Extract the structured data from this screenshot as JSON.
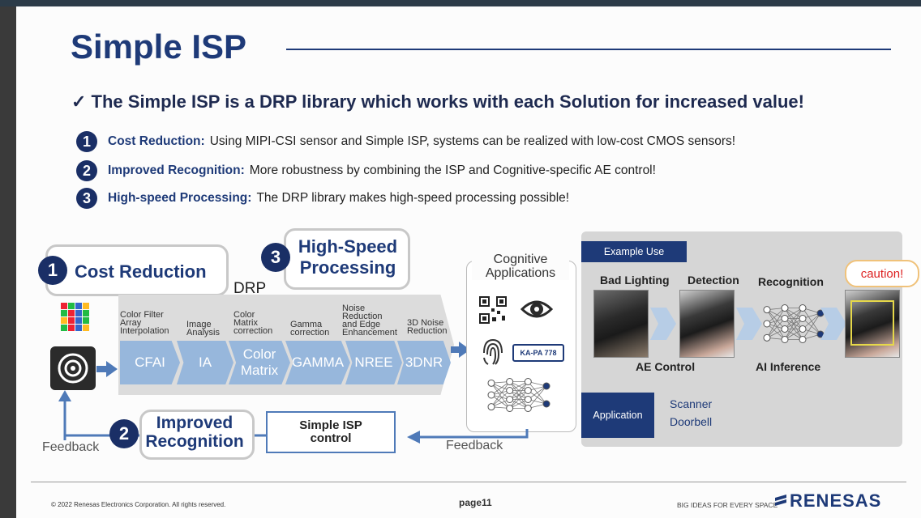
{
  "slide": {
    "title": "Simple ISP",
    "subtitle": "✓ The Simple ISP is a DRP library which works with each Solution for increased value!",
    "points": [
      {
        "num": "1",
        "label": "Cost Reduction:",
        "text": "Using MIPI-CSI sensor and Simple ISP, systems can be realized with low-cost CMOS sensors!"
      },
      {
        "num": "2",
        "label": "Improved Recognition:",
        "text": "More robustness by combining the ISP and Cognitive-specific AE control!"
      },
      {
        "num": "3",
        "label": "High-speed Processing:",
        "text": "The DRP library makes high-speed processing possible!"
      }
    ]
  },
  "diagram": {
    "callout_cost": {
      "num": "1",
      "label": "Cost Reduction"
    },
    "callout_speed": {
      "num": "3",
      "line1": "High-Speed",
      "line2": "Processing"
    },
    "callout_recog": {
      "num": "2",
      "line1": "Improved",
      "line2": "Recognition"
    },
    "drp_label": "DRP",
    "steps": [
      {
        "abbr": "CFAI",
        "desc": "Color Filter\nArray\nInterpolation"
      },
      {
        "abbr": "IA",
        "desc": "Image\nAnalysis"
      },
      {
        "abbr": "Color Matrix",
        "desc": "Color\nMatrix\ncorrection"
      },
      {
        "abbr": "GAMMA",
        "desc": "Gamma\ncorrection"
      },
      {
        "abbr": "NREE",
        "desc": "Noise\nReduction\nand Edge\nEnhancement"
      },
      {
        "abbr": "3DNR",
        "desc": "3D Noise\nReduction"
      }
    ],
    "cognitive_title": "Cognitive\nApplications",
    "plate_text": "KA-PA 778",
    "isp_control": "Simple ISP\ncontrol",
    "feedback_left": "Feedback",
    "feedback_right": "Feedback"
  },
  "example": {
    "header": "Example Use",
    "stages": [
      "Bad Lighting",
      "Detection",
      "Recognition"
    ],
    "caution": "caution!",
    "ae_control": "AE Control",
    "ai_inference": "AI Inference",
    "application_label": "Application",
    "applications": [
      "Scanner",
      "Doorbell"
    ]
  },
  "footer": {
    "copyright": "© 2022 Renesas Electronics Corporation. All rights reserved.",
    "page": "page11",
    "tagline": "BIG IDEAS FOR EVERY SPACE",
    "logo": "RENESAS"
  }
}
